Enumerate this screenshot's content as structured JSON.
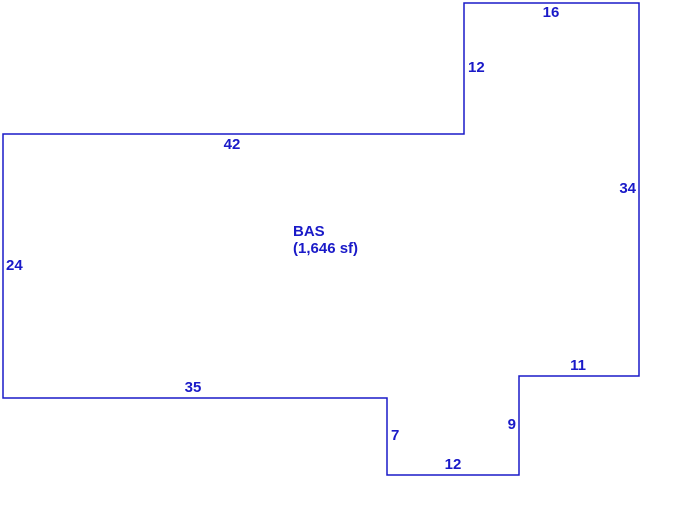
{
  "colors": {
    "line": "#1a1ac8",
    "text": "#1a1ac8",
    "background": "#ffffff"
  },
  "area": {
    "code": "BAS",
    "size": "(1,646 sf)"
  },
  "dimensions": {
    "top_right": "16",
    "right_upper_inner": "12",
    "top_left": "42",
    "right": "34",
    "left": "24",
    "bottom_left": "35",
    "notch_left": "7",
    "notch_bottom": "12",
    "notch_right": "9",
    "step": "11"
  }
}
